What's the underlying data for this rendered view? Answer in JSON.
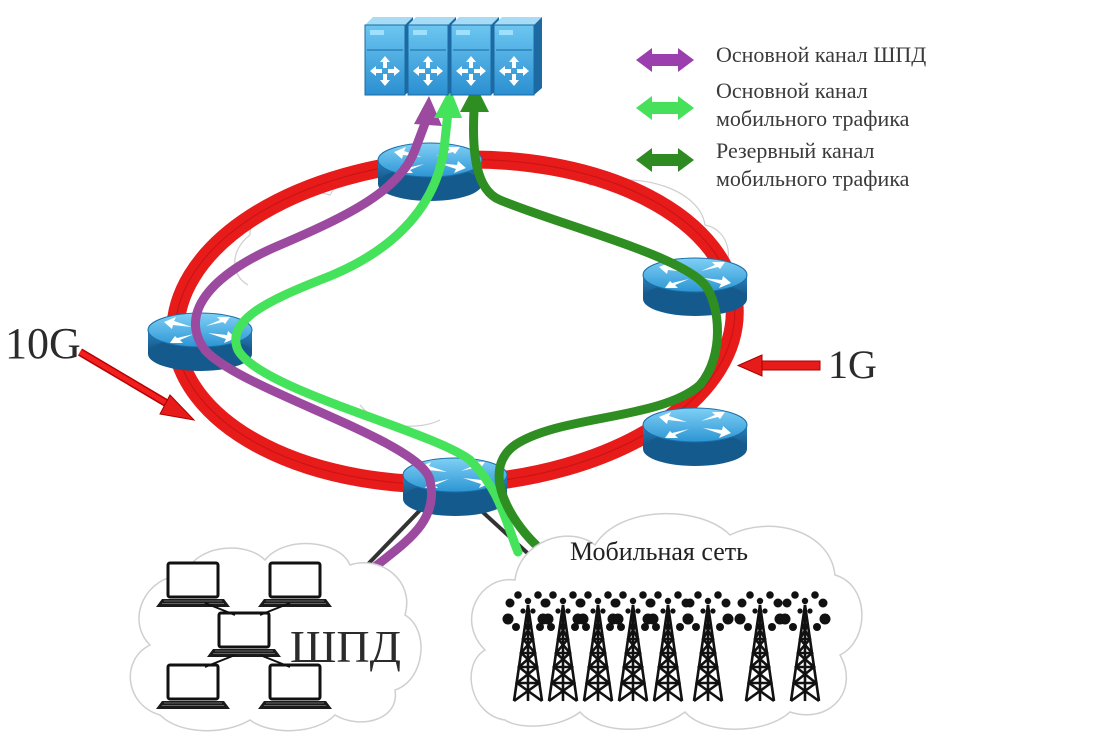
{
  "legend": [
    {
      "lines": [
        "Основной канал ШПД"
      ],
      "color": "#9b3fae"
    },
    {
      "lines": [
        "Основной канал",
        "мобильного трафика"
      ],
      "color": "#46e05a"
    },
    {
      "lines": [
        "Резервный канал",
        "мобильного трафика"
      ],
      "color": "#2e8b22"
    }
  ],
  "labels": {
    "ring_10g": "10G",
    "ring_1g": "1G",
    "broadband_cloud": "ШПД",
    "mobile_cloud": "Мобильная сеть"
  },
  "colors": {
    "ring": "#e81b1b",
    "broadband_path": "#9b4aa0",
    "mobile_main_path": "#45e35b",
    "mobile_backup_path": "#2f8e22",
    "router_top": "#3fa9df",
    "router_side": "#1f6fa6"
  },
  "icons": {
    "core": "core-switch-stack-icon",
    "router": "router-icon",
    "laptop": "laptop-icon",
    "tower": "cell-tower-icon",
    "arrow": "double-arrow-icon"
  }
}
